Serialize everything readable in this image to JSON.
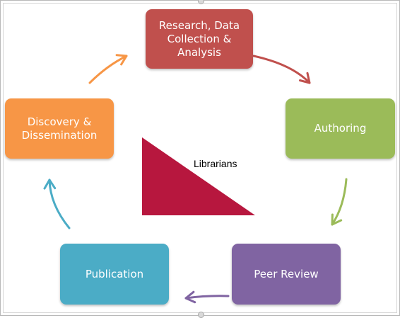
{
  "diagram": {
    "nodes": [
      {
        "id": "research",
        "label": "Research, Data Collection & Analysis",
        "color": "#c0504d"
      },
      {
        "id": "authoring",
        "label": "Authoring",
        "color": "#9bbb59"
      },
      {
        "id": "peer_review",
        "label": "Peer Review",
        "color": "#8064a2"
      },
      {
        "id": "publication",
        "label": "Publication",
        "color": "#4bacc6"
      },
      {
        "id": "discovery",
        "label": "Discovery & Dissemination",
        "color": "#f79646"
      }
    ],
    "edges": [
      {
        "from": "research",
        "to": "authoring"
      },
      {
        "from": "authoring",
        "to": "peer_review"
      },
      {
        "from": "peer_review",
        "to": "publication"
      },
      {
        "from": "publication",
        "to": "discovery"
      },
      {
        "from": "discovery",
        "to": "research"
      }
    ],
    "triangle": {
      "label": "Librarians",
      "color": "#b7173e"
    }
  }
}
